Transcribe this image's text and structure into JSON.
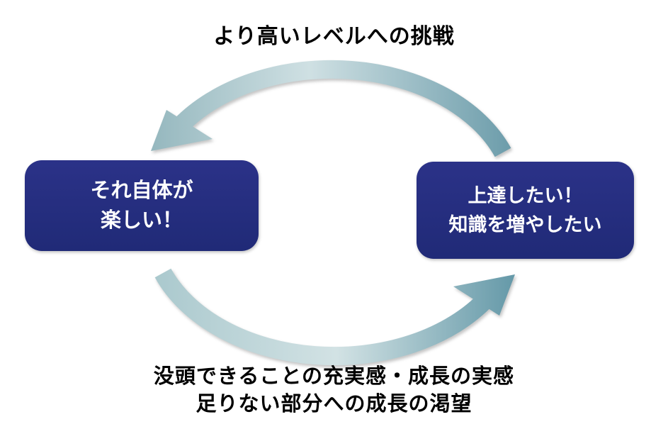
{
  "diagram": {
    "title": "より高いレベルへの挑戦",
    "left_node": {
      "line1": "それ自体が",
      "line2": "楽しい！"
    },
    "right_node": {
      "line1": "上達したい！",
      "line2": "知識を増やしたい"
    },
    "bottom_caption": {
      "line1": "没頭できることの充実感・成長の実感",
      "line2": "足りない部分への成長の渇望"
    },
    "arrows": [
      {
        "name": "top-arrow",
        "direction": "right-node-to-left-node"
      },
      {
        "name": "bottom-arrow",
        "direction": "left-node-to-right-node"
      }
    ],
    "colors": {
      "node_fill": "#242b7e",
      "node_text": "#ffffff",
      "arrow_light": "#d2e2e4",
      "arrow_mid": "#9dbfc6",
      "arrow_dark": "#5f95a5",
      "caption_text": "#000000",
      "background": "#ffffff"
    }
  }
}
